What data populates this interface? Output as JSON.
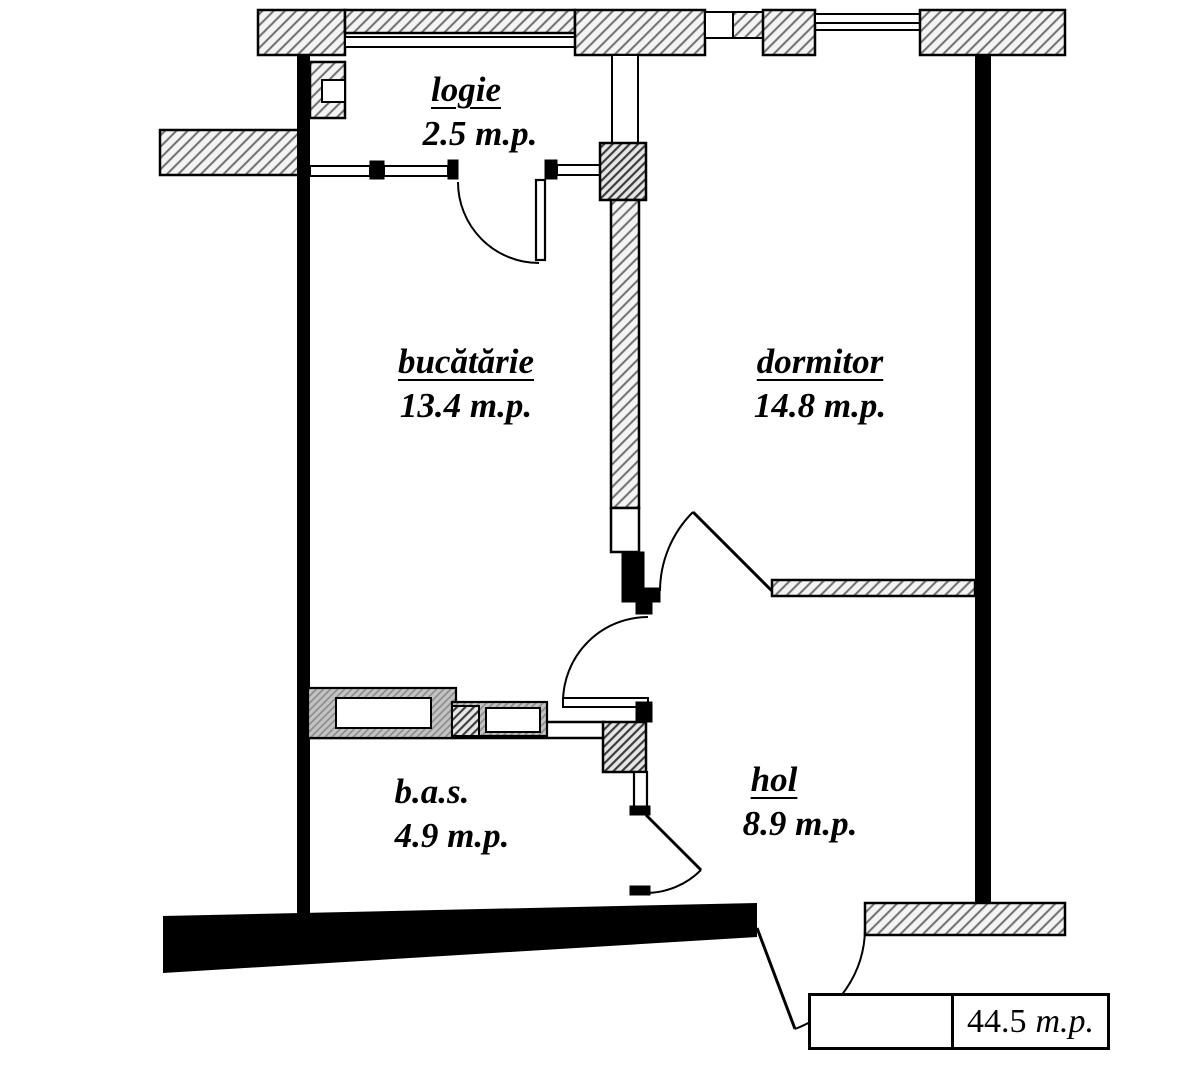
{
  "rooms": [
    {
      "name": "logie",
      "area": "2.5 m.p."
    },
    {
      "name": "bucătărie",
      "area": "13.4 m.p."
    },
    {
      "name": "dormitor",
      "area": "14.8 m.p."
    },
    {
      "name": "b.a.s.",
      "area": "4.9 m.p."
    },
    {
      "name": "hol",
      "area": "8.9 m.p."
    }
  ],
  "total": {
    "value": "44.5",
    "unit": "m.p."
  },
  "colors": {
    "walls": "#000000",
    "hatch_lines": "#6e6e6e",
    "background": "#ffffff"
  }
}
